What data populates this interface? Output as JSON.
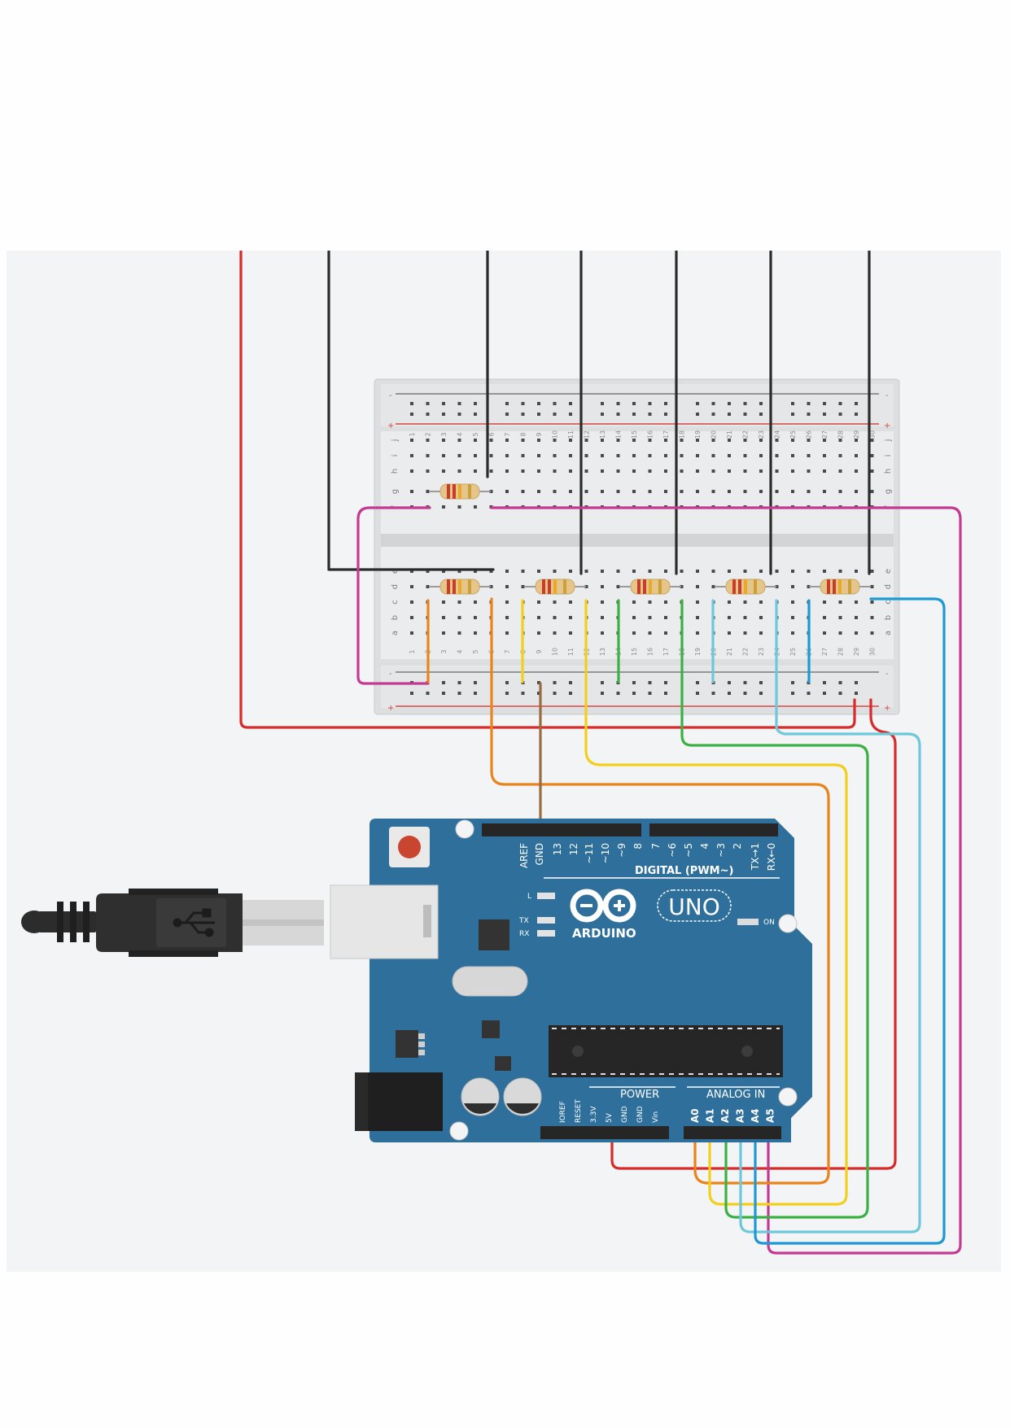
{
  "board": {
    "digital_pins": [
      "AREF",
      "GND",
      "13",
      "12",
      "~11",
      "~10",
      "~9",
      "8",
      "7",
      "~6",
      "~5",
      "4",
      "~3",
      "2",
      "TX→1",
      "RX←0"
    ],
    "digital_header": "DIGITAL (PWM~)",
    "led_l": "L",
    "led_tx": "TX",
    "led_rx": "RX",
    "brand": "ARDUINO",
    "model": "UNO",
    "on_label": "ON",
    "power_header": "POWER",
    "power_pins": [
      "IOREF",
      "RESET",
      "3.3V",
      "5V",
      "GND",
      "GND",
      "Vin"
    ],
    "analog_header": "ANALOG IN",
    "analog_pins": [
      "A0",
      "A1",
      "A2",
      "A3",
      "A4",
      "A5"
    ]
  },
  "breadboard": {
    "top_rail_minus": "-",
    "top_rail_plus": "+",
    "bottom_rail_minus": "-",
    "bottom_rail_plus": "+",
    "rows_top": [
      "j",
      "i",
      "h",
      "g",
      "f"
    ],
    "rows_bottom": [
      "e",
      "d",
      "c",
      "b",
      "a"
    ],
    "columns": [
      "1",
      "2",
      "3",
      "4",
      "5",
      "6",
      "7",
      "8",
      "9",
      "10",
      "11",
      "12",
      "13",
      "14",
      "15",
      "16",
      "17",
      "18",
      "19",
      "20",
      "21",
      "22",
      "23",
      "24",
      "25",
      "26",
      "27",
      "28",
      "29",
      "30"
    ]
  },
  "colors": {
    "red": "#d62b2b",
    "black": "#2b2b2b",
    "magenta": "#c43a93",
    "orange": "#e8841c",
    "yellow": "#f2cf1c",
    "green": "#3cb045",
    "light_blue": "#6fc7da",
    "blue": "#1f98d4",
    "brown": "#9a6b3f",
    "board_blue": "#2f6f9b"
  },
  "icons": {
    "usb": "usb-symbol-icon",
    "infinity": "arduino-infinity-logo-icon"
  }
}
